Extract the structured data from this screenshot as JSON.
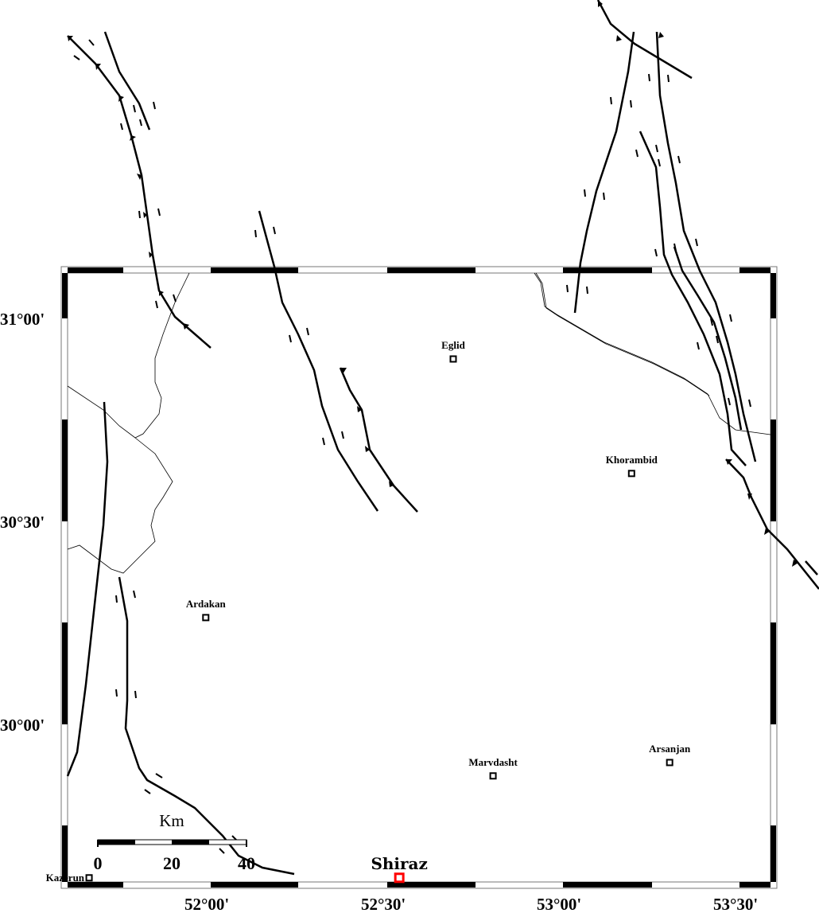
{
  "map": {
    "lon_ticks": [
      "52°00'",
      "52°30'",
      "53°00'",
      "53°30'"
    ],
    "lat_ticks": [
      "31°00'",
      "30°30'",
      "30°00'"
    ],
    "cities": [
      {
        "name": "Eglid",
        "lon": 52.688,
        "lat": 30.9
      },
      {
        "name": "Khorambid",
        "lon": 53.194,
        "lat": 30.618
      },
      {
        "name": "Ardakan",
        "lon": 51.986,
        "lat": 30.263
      },
      {
        "name": "Marvdasht",
        "lon": 52.801,
        "lat": 29.873
      },
      {
        "name": "Arsanjan",
        "lon": 53.302,
        "lat": 29.906
      },
      {
        "name": "Kazerun",
        "lon": 51.655,
        "lat": 29.622
      }
    ],
    "capital": {
      "name": "Shiraz",
      "lon": 52.535,
      "lat": 29.622,
      "color": "#ff0000"
    },
    "scale_bar": {
      "unit": "Km",
      "labels": [
        "0",
        "20",
        "40"
      ]
    }
  }
}
